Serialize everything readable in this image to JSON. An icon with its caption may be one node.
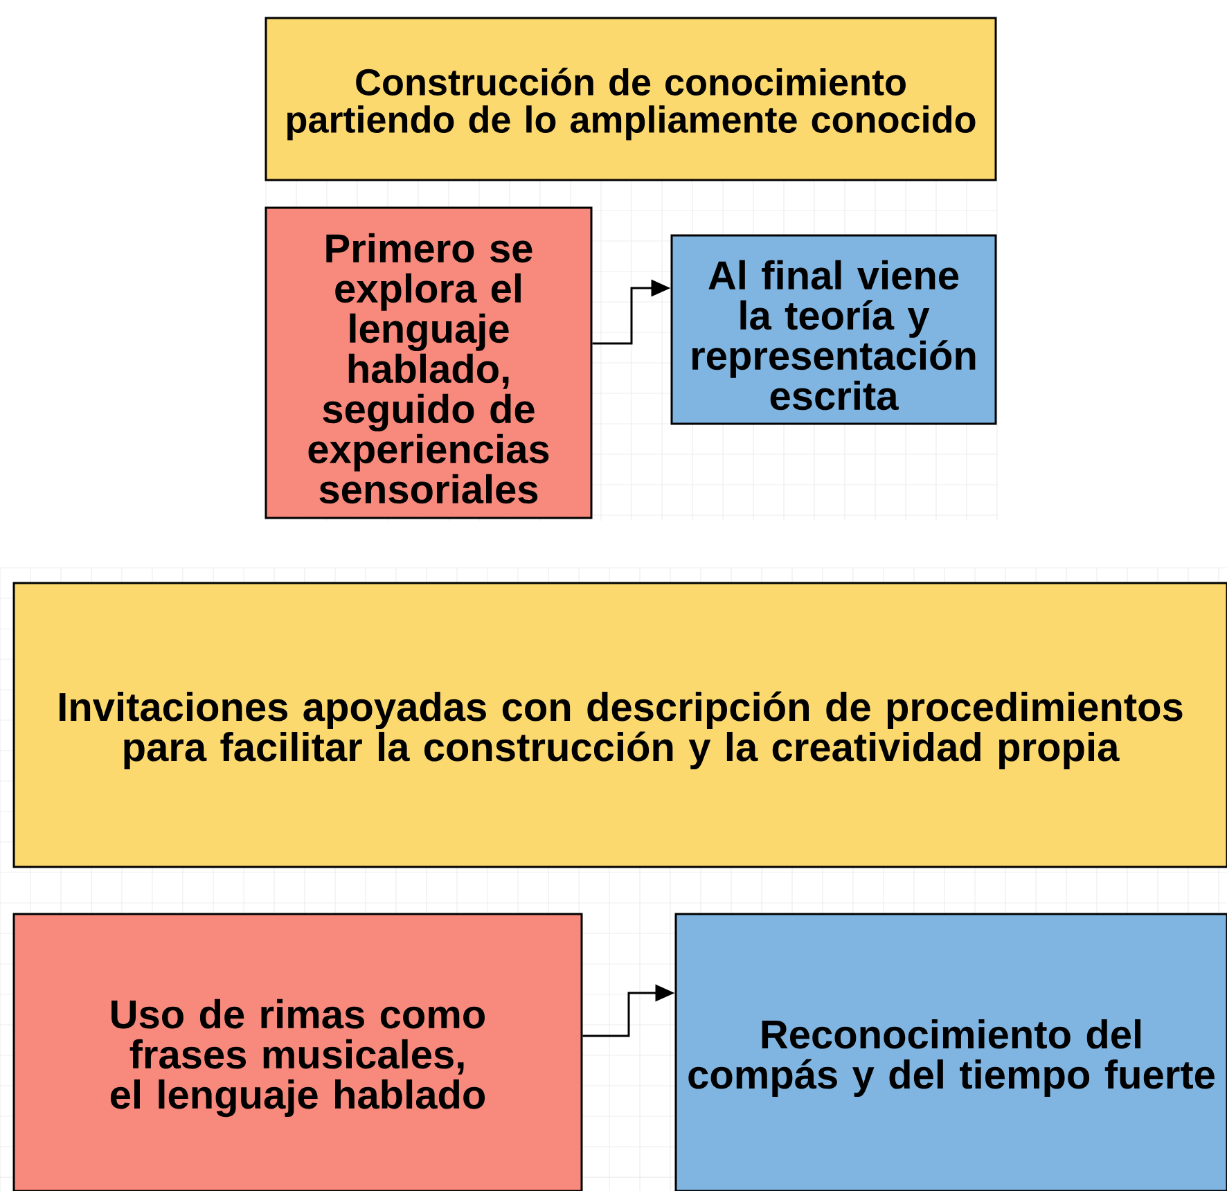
{
  "diagram": {
    "nodes": [
      {
        "text": [
          "Construcción de conocimiento partiendo de lo ampliamente conocido"
        ]
      },
      {
        "text": [
          "Primero se explora el lenguaje hablado, seguido de experiencias sensoriales"
        ]
      },
      {
        "text": [
          "Al final viene la teoría y representación escrita"
        ]
      },
      {
        "text": [
          "Invitaciones apoyadas con descripción de procedimientos para facilitar la construcción y la creatividad propia"
        ]
      },
      {
        "text": [
          "Uso de rimas como frases musicales, el lenguaje hablado"
        ]
      },
      {
        "text": [
          "Reconocimiento del compás y del tiempo fuerte"
        ]
      }
    ],
    "edges": [
      {
        "from": 1,
        "to": 2,
        "arrow": "to"
      },
      {
        "from": 4,
        "to": 5,
        "arrow": "to"
      }
    ]
  }
}
